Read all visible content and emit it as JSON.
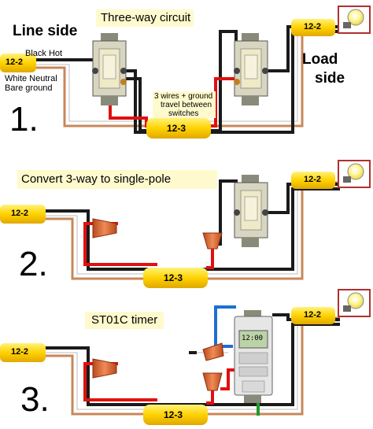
{
  "diagram1": {
    "title": "Three-way circuit",
    "line_side": "Line side",
    "load_side_1": "Load",
    "load_side_2": "side",
    "black_hot": "Black Hot",
    "white_neutral": "White Neutral",
    "bare_ground": "Bare ground",
    "travel_note_1": "3 wires + ground",
    "travel_note_2": "travel between",
    "travel_note_3": "switches",
    "cable_left": "12-2",
    "cable_mid": "12-3",
    "cable_right": "12-2",
    "step": "1."
  },
  "diagram2": {
    "title": "Convert 3-way to single-pole",
    "cable_left": "12-2",
    "cable_mid": "12-3",
    "cable_right": "12-2",
    "step": "2."
  },
  "diagram3": {
    "title": "ST01C timer",
    "timer_display": "12:00",
    "cable_left": "12-2",
    "cable_mid": "12-3",
    "cable_right": "12-2",
    "step": "3."
  },
  "colors": {
    "black_wire": "#1a1a1a",
    "white_wire": "#e8e8e8",
    "red_wire": "#e01010",
    "bare_wire": "#c8875a",
    "blue_wire": "#1e6fd0",
    "green_wire": "#1f9a2a",
    "cable_yellow": "#ffd200",
    "note_bg": "#fffacd",
    "wire_nut": "#e86c3a"
  }
}
